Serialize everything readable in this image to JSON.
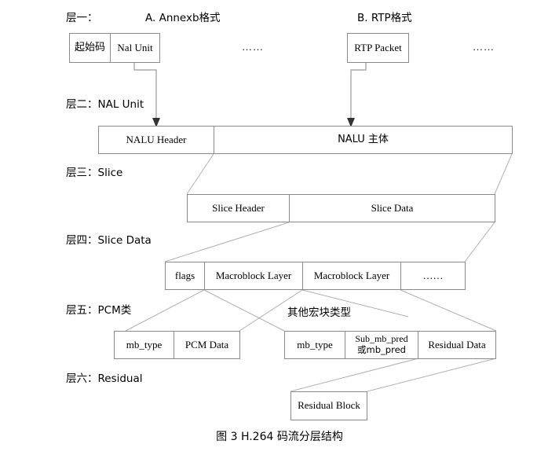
{
  "figure": {
    "caption": "图 3 H.264 码流分层结构"
  },
  "layer_labels": [
    {
      "id": "layer1",
      "text": "层一："
    },
    {
      "id": "layer2",
      "text": "层二：NAL Unit"
    },
    {
      "id": "layer3",
      "text": "层三：Slice"
    },
    {
      "id": "layer4",
      "text": "层四：Slice Data"
    },
    {
      "id": "layer5",
      "text": "层五：PCM类"
    },
    {
      "id": "layer6",
      "text": "层六：Residual"
    }
  ],
  "headings": {
    "annexb": "A. Annexb格式",
    "rtp": "B. RTP格式",
    "other_mb_types": "其他宏块类型"
  },
  "ellipsis": {
    "annexb": "……",
    "rtp": "……",
    "macroblock": "……"
  },
  "layer1": {
    "annexb_boxes": [
      {
        "id": "start-code",
        "text": "起始码"
      },
      {
        "id": "nal-unit",
        "text": "Nal Unit"
      }
    ],
    "rtp_boxes": [
      {
        "id": "rtp-packet",
        "text": "RTP Packet"
      }
    ]
  },
  "layer2": {
    "boxes": [
      {
        "id": "nalu-header",
        "text": "NALU Header"
      },
      {
        "id": "nalu-body",
        "text": "NALU 主体"
      }
    ]
  },
  "layer3": {
    "boxes": [
      {
        "id": "slice-header",
        "text": "Slice Header"
      },
      {
        "id": "slice-data",
        "text": "Slice Data"
      }
    ]
  },
  "layer4": {
    "boxes": [
      {
        "id": "flags",
        "text": "flags"
      },
      {
        "id": "macroblock-layer-1",
        "text": "Macroblock Layer"
      },
      {
        "id": "macroblock-layer-2",
        "text": "Macroblock Layer"
      },
      {
        "id": "macroblock-ellipsis",
        "text": "……"
      }
    ]
  },
  "layer5_pcm": {
    "boxes": [
      {
        "id": "mb-type-pcm",
        "text": "mb_type"
      },
      {
        "id": "pcm-data",
        "text": "PCM Data"
      }
    ]
  },
  "layer5_other": {
    "boxes": [
      {
        "id": "mb-type-other",
        "text": "mb_type"
      },
      {
        "id": "sub-mb-pred",
        "line1": "Sub_mb_pred",
        "line2": "或mb_pred"
      },
      {
        "id": "residual-data",
        "text": "Residual Data"
      }
    ]
  },
  "layer6": {
    "boxes": [
      {
        "id": "residual-block",
        "text": "Residual Block"
      }
    ]
  },
  "colors": {
    "box_border": "#8a8a8a",
    "connector": "#9a9a9a",
    "arrow": "#333333",
    "background": "#ffffff",
    "text": "#000000"
  }
}
